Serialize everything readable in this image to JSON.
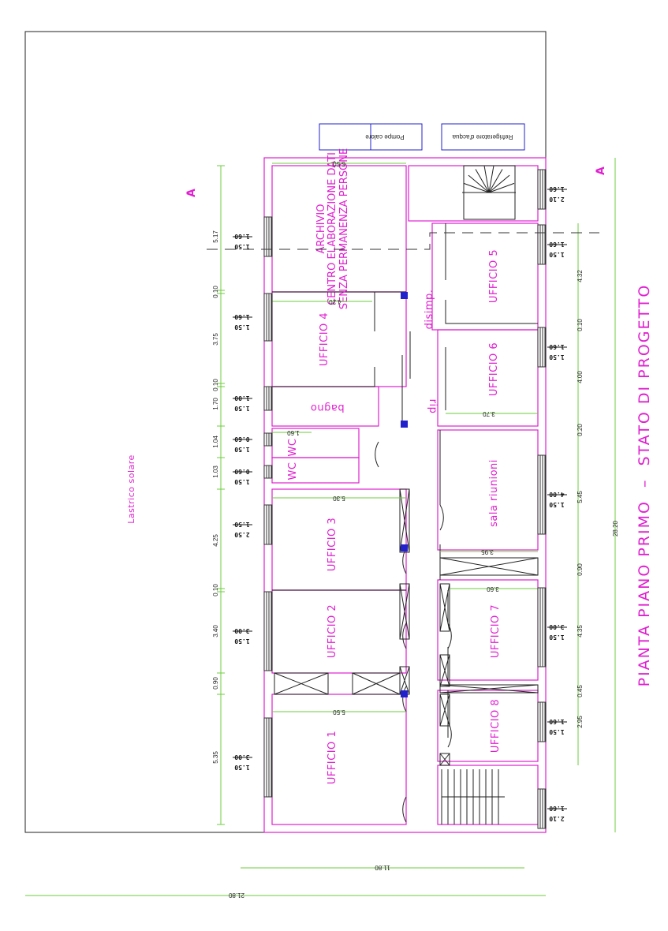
{
  "colors": {
    "walls": "#e020d0",
    "dimensions": "#6ccc3c",
    "equipment": "#2222cc",
    "lines": "#222222"
  },
  "title": "PIANTA PIANO PRIMO  –  STATO DI PROGETTO",
  "terrace_label": "Lastrico solare",
  "equipment": {
    "pumps": "Pompe calore",
    "chiller": "Refrigeratore d'acqua"
  },
  "section_mark": "A",
  "rooms": {
    "archivio": [
      "ARCHIVIO",
      "CENTRO ELABORAZIONE DATI",
      "SENZA PERMANENZA PERSONE"
    ],
    "ufficio4": "UFFICIO  4",
    "bagno": "bagno",
    "wc1": "WC",
    "wc2": "WC",
    "ufficio3": "UFFICIO  3",
    "ufficio2": "UFFICIO  2",
    "ufficio1": "UFFICIO  1",
    "ufficio5": "UFFICIO  5",
    "disimp": "disimp.",
    "ufficio6": "UFFICIO  6",
    "rip": "rip",
    "sala": "sala  riunioni",
    "ufficio7": "UFFICIO  7",
    "ufficio8": "UFFICIO  8"
  },
  "room_dims": [
    "5.50",
    "4.20",
    "3.70",
    "1.60",
    "5.30",
    "3.95",
    "3.60",
    "5.50"
  ],
  "left_dims": [
    "5.17",
    "0.10",
    "3.75",
    "0.10",
    "1.70",
    "1.04",
    "1.03",
    "4.25",
    "0.10",
    "3.40",
    "0.90",
    "5.35"
  ],
  "right_dims": [
    "4.32",
    "0.10",
    "4.00",
    "0.20",
    "5.45",
    "0.90",
    "4.35",
    "0.45",
    "2.95"
  ],
  "total_dims": {
    "length": "28.20",
    "width_building": "11.80",
    "width_total": "21.80"
  },
  "left_windows": [
    [
      "1.50",
      "1.60"
    ],
    [
      "1.50",
      "1.60"
    ],
    [
      "1.50",
      "1.00"
    ],
    [
      "1.50",
      "0.60"
    ],
    [
      "1.50",
      "0.60"
    ],
    [
      "2.50",
      "1.50"
    ],
    [
      "1.50",
      "3.00"
    ],
    [
      "1.50",
      "3.00"
    ]
  ],
  "right_windows": [
    [
      "2.10",
      "1.60"
    ],
    [
      "1.50",
      "1.60"
    ],
    [
      "1.50",
      "1.60"
    ],
    [
      "1.50",
      "4.00"
    ],
    [
      "1.50",
      "3.00"
    ],
    [
      "1.50",
      "1.60"
    ],
    [
      "2.10",
      "1.60"
    ]
  ]
}
